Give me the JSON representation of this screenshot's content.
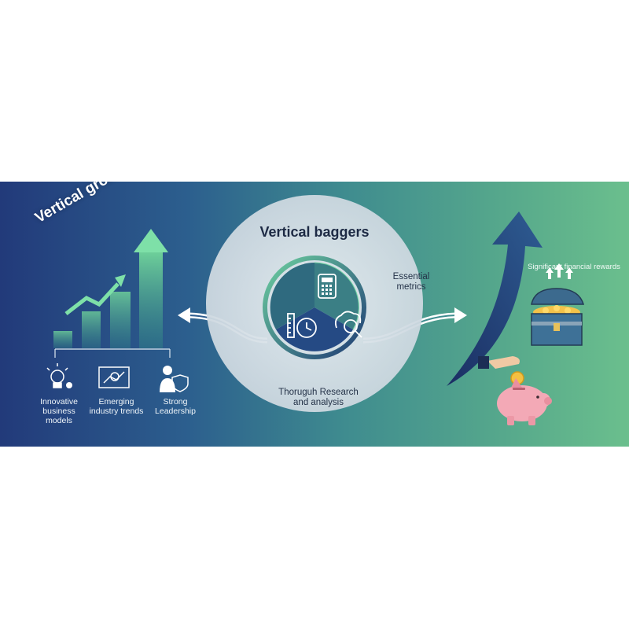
{
  "left": {
    "title": "Vertical growth",
    "items": [
      {
        "label_lines": [
          "Innovative",
          "business",
          "models"
        ],
        "icon": "lightbulb-gear-icon"
      },
      {
        "label_lines": [
          "Emerging",
          "industry trends"
        ],
        "icon": "trend-analysis-icon"
      },
      {
        "label_lines": [
          "Strong",
          "Leadership"
        ],
        "icon": "leader-shield-icon"
      }
    ]
  },
  "center": {
    "title": "Vertical baggers",
    "metrics_lines": [
      "Essential",
      "metrics"
    ],
    "research_lines": [
      "Thoruguh Research",
      "and analysis"
    ],
    "icons": [
      "calculator-icon",
      "ruler-clock-icon",
      "brain-magnifier-icon"
    ]
  },
  "right": {
    "rewards_label": "Significant financial rewards",
    "icons": [
      "treasure-chest-icon",
      "piggy-bank-icon",
      "coin-hand-icon"
    ]
  },
  "colors": {
    "banner_start": "#223a7a",
    "banner_end": "#6bbf8d",
    "accent_green": "#5cc08a",
    "dark_navy": "#1f3569"
  }
}
